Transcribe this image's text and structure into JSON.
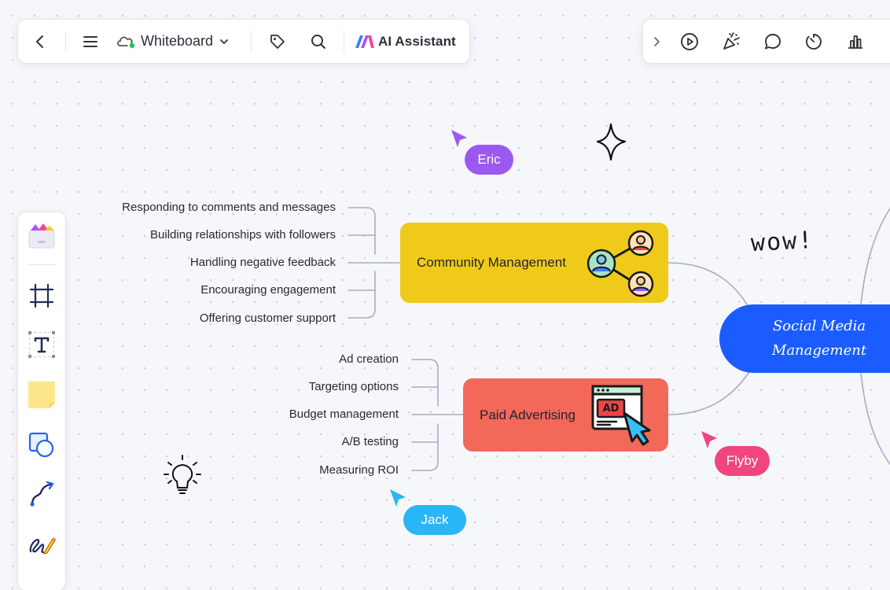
{
  "toolbar": {
    "document_name": "Whiteboard",
    "ai_assistant_label": "AI Assistant"
  },
  "mindmap": {
    "center": {
      "line1": "Social Media",
      "line2": "Management"
    },
    "community": {
      "label": "Community Management",
      "items": [
        "Responding to comments and messages",
        "Building relationships with followers",
        "Handling negative feedback",
        "Encouraging engagement",
        "Offering customer support"
      ]
    },
    "advertising": {
      "label": "Paid Advertising",
      "icon_text": "AD",
      "items": [
        "Ad creation",
        "Targeting options",
        "Budget management",
        "A/B testing",
        "Measuring ROI"
      ]
    }
  },
  "annotations": {
    "wow": "wow!"
  },
  "cursors": [
    {
      "name": "Eric",
      "color": "#9b59f0"
    },
    {
      "name": "Flyby",
      "color": "#f0457d"
    },
    {
      "name": "Jack",
      "color": "#29b6f6"
    }
  ],
  "colors": {
    "community_node": "#f0ca1a",
    "advertising_node": "#f2695a",
    "center_node": "#1a5cff",
    "connector": "#a8acc6"
  }
}
